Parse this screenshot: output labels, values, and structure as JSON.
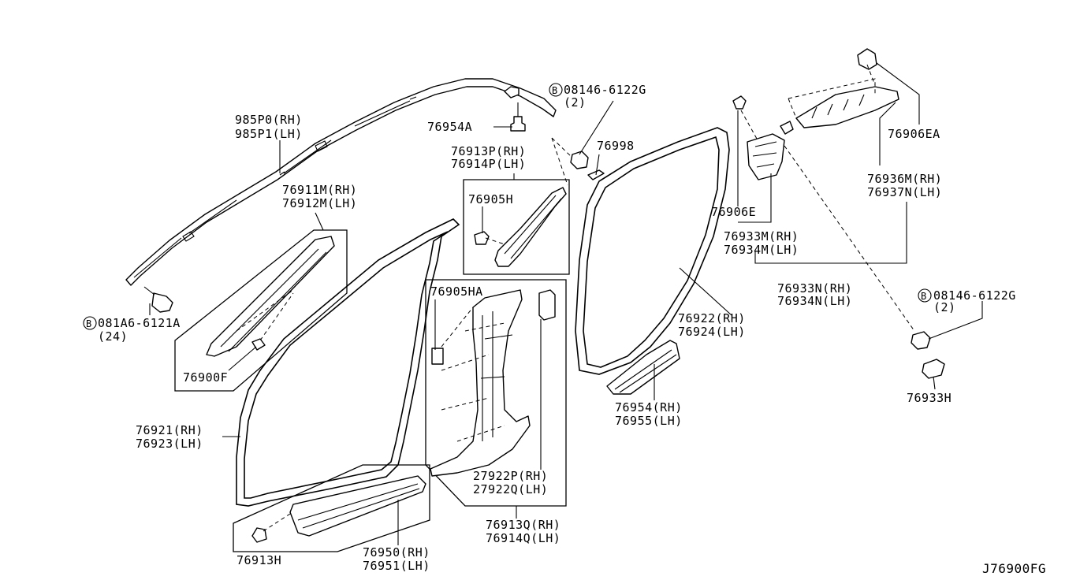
{
  "diagram_code": "J76900FG",
  "callouts": {
    "c985p": [
      "985P0(RH)",
      "985P1(LH)"
    ],
    "c081a6": [
      "081A6-6121A",
      "(24)"
    ],
    "c76954a": [
      "76954A"
    ],
    "c08146_top": [
      "08146-6122G",
      "(2)"
    ],
    "c76913p": [
      "76913P(RH)",
      "76914P(LH)"
    ],
    "c76998": [
      "76998"
    ],
    "c76905h": [
      "76905H"
    ],
    "c76911m": [
      "76911M(RH)",
      "76912M(LH)"
    ],
    "c76900f": [
      "76900F"
    ],
    "c76905ha": [
      "76905HA"
    ],
    "c76921": [
      "76921(RH)",
      "76923(LH)"
    ],
    "c27922": [
      "27922P(RH)",
      "27922Q(LH)"
    ],
    "c76913q": [
      "76913Q(RH)",
      "76914Q(LH)"
    ],
    "c76913h": [
      "76913H"
    ],
    "c76950": [
      "76950(RH)",
      "76951(LH)"
    ],
    "c76922": [
      "76922(RH)",
      "76924(LH)"
    ],
    "c76954": [
      "76954(RH)",
      "76955(LH)"
    ],
    "c76906e": [
      "76906E"
    ],
    "c76933m": [
      "76933M(RH)",
      "76934M(LH)"
    ],
    "c76933n": [
      "76933N(RH)",
      "76934N(LH)"
    ],
    "c76906ea": [
      "76906EA"
    ],
    "c76936m": [
      "76936M(RH)",
      "76937N(LH)"
    ],
    "c08146_right": [
      "08146-6122G",
      "(2)"
    ],
    "c76933h": [
      "76933H"
    ]
  },
  "bolt_symbol": "B"
}
